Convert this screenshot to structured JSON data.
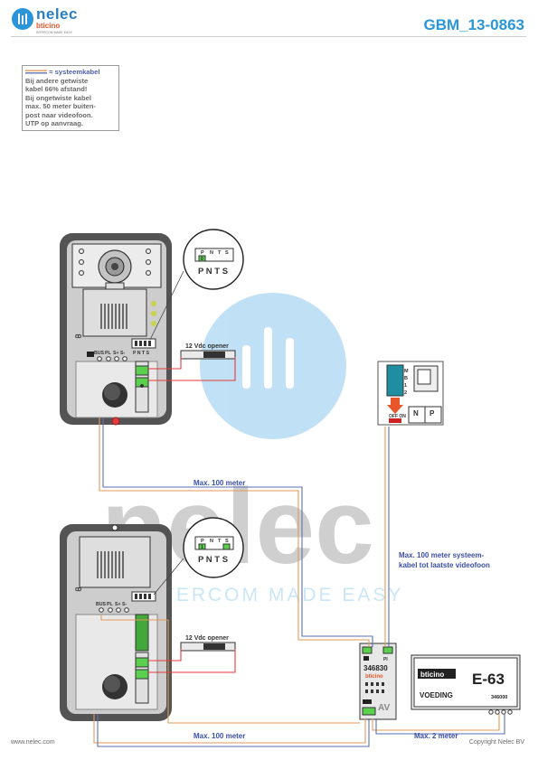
{
  "header": {
    "brand": "nelec",
    "brand_sub": "bticino",
    "brand_tagline": "INTERCOM MADE EASY",
    "doc_number": "GBM_13-0863"
  },
  "note": {
    "line1": "= systeemkabel",
    "lines": [
      "Bij andere getwiste",
      "kabel 66% afstand!",
      "Bij ongetwiste kabel",
      "max. 50 meter buiten-",
      "post naar videofoon.",
      "UTP op aanvraag."
    ]
  },
  "panel_top": {
    "switch_letters": [
      "P",
      "N",
      "T",
      "S"
    ],
    "switch_setting": "0",
    "terminal_labels": [
      "BUS",
      "PL",
      "S+",
      "S-"
    ],
    "pnt_label": "P N T S",
    "opener_label": "12 Vdc opener"
  },
  "panel_bottom": {
    "switch_letters": [
      "P",
      "N",
      "T",
      "S"
    ],
    "switch_setting": "1",
    "terminal_labels": [
      "BUS",
      "PL",
      "S+",
      "S-"
    ],
    "pnt_label": "P N T S",
    "opener_label": "12 Vdc opener"
  },
  "videophone": {
    "terminals": [
      "M",
      "B",
      "1",
      "2"
    ],
    "off_on": "OFF ON",
    "pn_labels": [
      "N",
      "P"
    ]
  },
  "interface": {
    "code": "346830",
    "brand": "bticino",
    "pi_label": "PI",
    "av_label": "AV"
  },
  "power_supply": {
    "brand": "bticino",
    "label": "VOEDING",
    "model": "E-63",
    "code": "346000"
  },
  "annotations": {
    "cable1": "Max. 100 meter",
    "cable2": "Max. 100 meter systeem-",
    "cable2b": "kabel tot laatste videofoon",
    "cable3": "Max. 100 meter",
    "cable4": "Max. 2 meter"
  },
  "watermark": {
    "word": "nelec",
    "tagline": "INTERCOM MADE EASY"
  },
  "footer": {
    "left": "www.nelec.com",
    "right": "Copyright Nelec BV"
  },
  "colors": {
    "brand_blue": "#2a7fc1",
    "accent_orange": "#e8562a",
    "cable_orange": "#e09a5a",
    "cable_blue": "#5b6fb5",
    "wire_red": "#e43a3a",
    "terminal_green": "#5bd04e",
    "dark_panel": "#3a3a3a"
  }
}
